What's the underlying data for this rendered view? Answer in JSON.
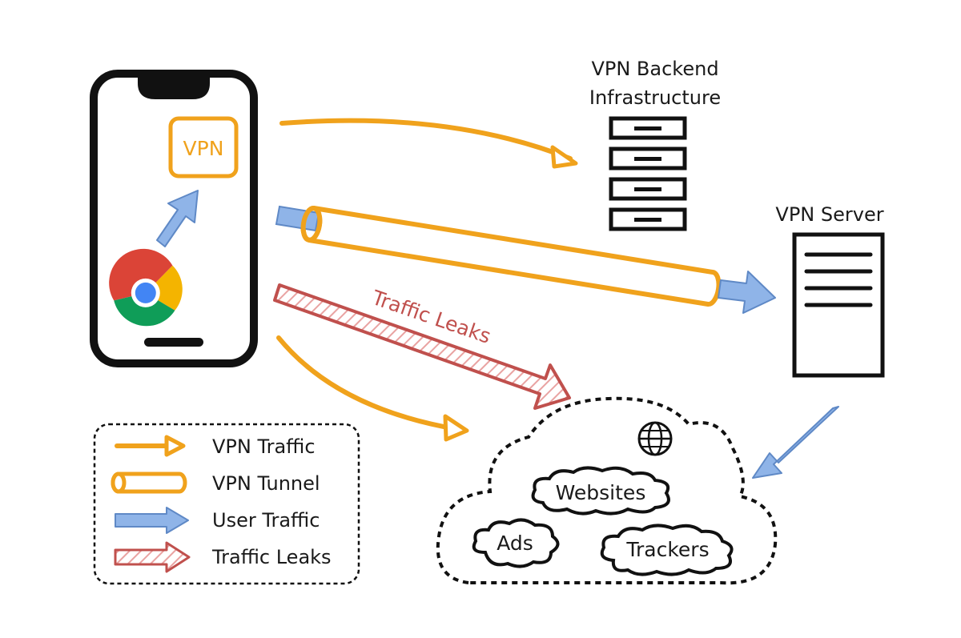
{
  "colors": {
    "vpn_traffic": "#f0a21c",
    "user_traffic": "#8fb4e8",
    "traffic_leak": "#c0504d",
    "outline": "#111111",
    "chrome_red": "#db4437",
    "chrome_green": "#0f9d58",
    "chrome_yellow": "#f4b400",
    "chrome_blue": "#4285f4"
  },
  "phone": {
    "app_label": "VPN",
    "icons": [
      "chrome-icon",
      "vpn-app-icon"
    ]
  },
  "backend": {
    "title_line1": "VPN Backend",
    "title_line2": "Infrastructure",
    "icon": "server-rack-icon"
  },
  "vpn_server": {
    "title": "VPN Server",
    "icon": "server-icon"
  },
  "leak_label": "Traffic Leaks",
  "internet": {
    "icon": "globe-icon",
    "items": [
      "Websites",
      "Ads",
      "Trackers"
    ]
  },
  "legend": {
    "items": [
      {
        "label": "VPN Traffic",
        "icon": "orange-arrow-icon"
      },
      {
        "label": "VPN Tunnel",
        "icon": "tunnel-icon"
      },
      {
        "label": "User Traffic",
        "icon": "blue-arrow-icon"
      },
      {
        "label": "Traffic Leaks",
        "icon": "striped-red-arrow-icon"
      }
    ]
  }
}
